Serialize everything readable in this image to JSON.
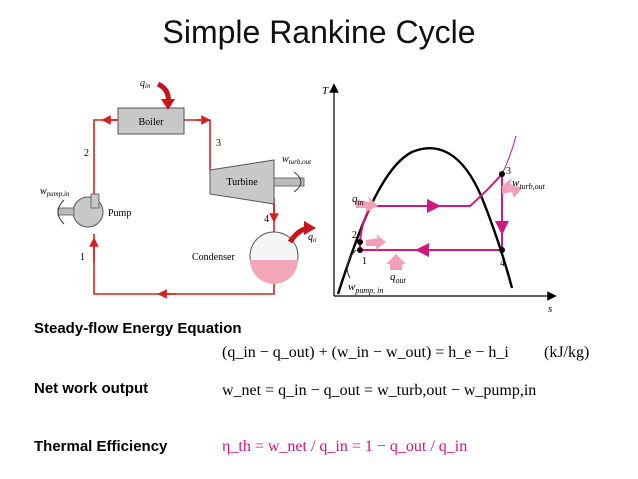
{
  "title": "Simple Rankine Cycle",
  "schematic": {
    "boiler": "Boiler",
    "turbine": "Turbine",
    "condenser": "Condenser",
    "pump": "Pump",
    "q_in": "q",
    "q_in_sub": "in",
    "q_out": "q",
    "q_out_sub": "o",
    "w_turb": "w",
    "w_turb_sub": "turb,out",
    "w_pump": "w",
    "w_pump_sub": "pump,in",
    "state_1": "1",
    "state_2": "2",
    "state_3": "3",
    "state_4": "4"
  },
  "ts_diagram": {
    "axis_t": "T",
    "axis_s": "s",
    "q_in": "q",
    "q_in_sub": "in",
    "q_out": "q",
    "q_out_sub": "out",
    "w_turb": "w",
    "w_turb_sub": "turb,out",
    "w_pump": "w",
    "w_pump_sub": "pump, in",
    "state_1": "1",
    "state_2": "2",
    "state_3": "3",
    "state_4": "4"
  },
  "equations": {
    "energy_label": "Steady-flow Energy Equation",
    "energy_eq": "(q_in − q_out) + (w_in − w_out) = h_e − h_i",
    "energy_units": "(kJ/kg)",
    "work_label": "Net work output",
    "work_eq": "w_net = q_in − q_out = w_turb,out − w_pump,in",
    "eff_label": "Thermal Efficiency",
    "eff_eq": "η_th = w_net / q_in = 1 − q_out / q_in"
  },
  "colors": {
    "cycle_red": "#d62020",
    "process_pink": "#cc1a80",
    "arrow_pink": "#f2a0b8",
    "heat_red": "#c8141e",
    "component_gray": "#c8c8c8"
  }
}
